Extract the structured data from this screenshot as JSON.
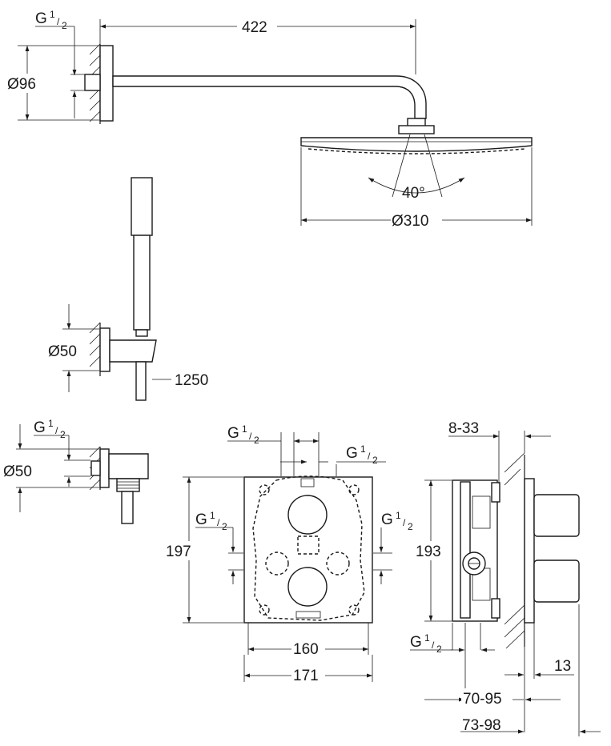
{
  "labels": {
    "arm_length": "422",
    "wall_flange_diameter": "Ø96",
    "arm_thread": "G",
    "thread_frac_num": "1",
    "thread_frac_den": "2",
    "spray_angle": "40°",
    "head_diameter": "Ø310",
    "hand_holder_diameter": "Ø50",
    "hose_length": "1250",
    "outlet_thread": "G",
    "outlet_diameter": "Ø50",
    "front_top_left_thread": "G",
    "front_top_right_thread": "G",
    "front_left_thread": "G",
    "front_right_thread": "G",
    "front_height": "197",
    "front_inner_width": "160",
    "front_outer_width": "171",
    "side_depth_range": "8-33",
    "side_height": "193",
    "side_bottom_thread": "G",
    "side_plate": "13",
    "side_range_a": "70-95",
    "side_range_b": "73-98"
  },
  "colors": {
    "line": "#1a1a1a",
    "background": "#ffffff"
  }
}
